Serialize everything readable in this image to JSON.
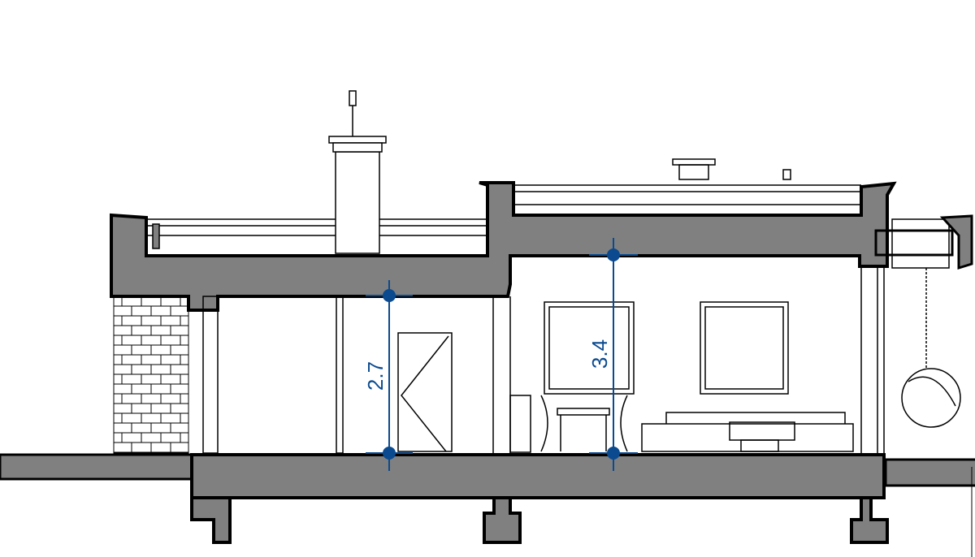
{
  "drawing": {
    "type": "building-section",
    "colors": {
      "slab": "#808080",
      "dimension": "#0b4a8f",
      "line": "#000000"
    }
  },
  "dimensions": [
    {
      "id": "left-room-height",
      "label": "2.7",
      "value": 2.7
    },
    {
      "id": "right-room-height",
      "label": "3.4",
      "value": 3.4
    }
  ]
}
